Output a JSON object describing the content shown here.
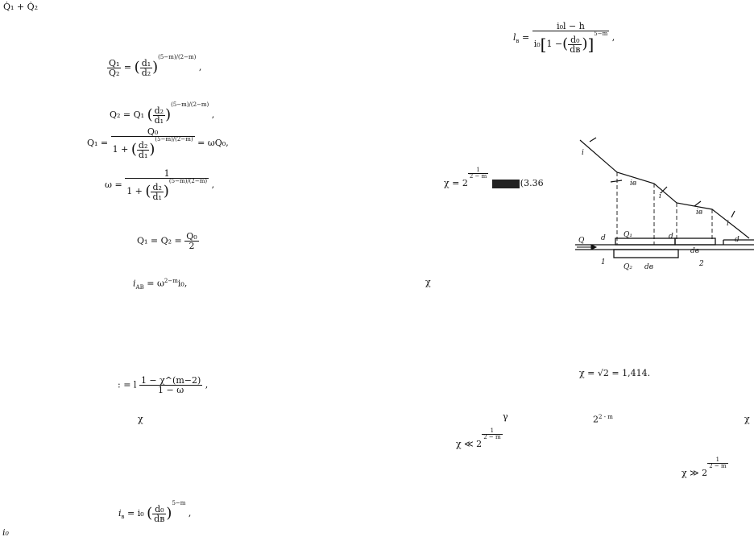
{
  "left_column": {
    "eq_top": "Q̇₁ + Q̇₂",
    "eq_ratio": {
      "lhs_num": "Q₁",
      "lhs_den": "Q₂",
      "in_num": "d₁",
      "in_den": "d₂",
      "exponent": "(5−m)/(2−m)",
      "tail": ","
    },
    "eq_q2": {
      "lhs": "Q₂ = Q₁",
      "in_num": "d₂",
      "in_den": "d₁",
      "exponent": "(5−m)/(2−m)",
      "tail": ","
    },
    "eq_q1": {
      "lhs": "Q₁ =",
      "num": "Q₀",
      "den_pre": "1 +",
      "in_num": "d₂",
      "in_den": "d₁",
      "exponent": "(5−m)/(2−m)",
      "tail": "= ωQ₀,"
    },
    "eq_omega": {
      "lhs": "ω =",
      "num": "1",
      "den_pre": "1 +",
      "in_num": "d₂",
      "in_den": "d₁",
      "exponent": "(5−m)/(2−m)",
      "tail": ","
    },
    "eq_equal": {
      "lhs": "Q₁ = Q₂ =",
      "num": "Q₀",
      "den": "2"
    },
    "eq_iab": {
      "lhs": "i",
      "lhs_sub": "AB",
      "mid": "= ω",
      "mid_sup": "2−m",
      "rhs": "i₀,"
    },
    "eq_l": {
      "lhs": ": = l",
      "num": "1 − χ^(m−2)",
      "den": "1 − ω",
      "tail": ","
    },
    "chi_symbol": "χ",
    "eq_in": {
      "lhs": "i",
      "lhs_sub": "в",
      "mid": "= i₀",
      "in_num": "d₀",
      "in_den": "dв",
      "exponent": "5−m",
      "tail": ","
    },
    "eq_bottom": "i₀"
  },
  "right_column": {
    "eq_lv": {
      "lhs": "l",
      "lhs_sub": "в",
      "num": "i₀l − h",
      "den_pre": "i₀",
      "den_inner": "1 −",
      "in_num": "d₀",
      "in_den": "dв",
      "exponent": "5−m",
      "tail": ","
    },
    "eq_chi_def": {
      "lhs": "χ = 2",
      "exp_num": "1",
      "exp_den": "2 − m",
      "tail": "(3.36"
    },
    "chi_left": "χ",
    "eq_sqrt": "χ = √2 = 1,414.",
    "frag_gamma": "γ",
    "frag_pow": "2",
    "frag_pow_sup": "2 - m",
    "frag_chi_right": "χ",
    "eq_ll": {
      "lhs": "χ ≪ 2",
      "exp_num": "1",
      "exp_den": "2 − m"
    },
    "eq_gg": {
      "lhs": "χ ≫ 2",
      "exp_num": "1",
      "exp_den": "2 − m"
    }
  },
  "figure_labels": {
    "i_top": "i",
    "i_b1": "iв",
    "i_mid": "i",
    "i_b2": "iв",
    "i_right": "i",
    "Q": "Q",
    "d_left": "d",
    "Q1": "Q₁",
    "d_mid": "d",
    "d_right": "d",
    "num1": "1",
    "Q2": "Q₂",
    "d_b": "dв",
    "num2": "2",
    "d_b_right": "dв"
  }
}
